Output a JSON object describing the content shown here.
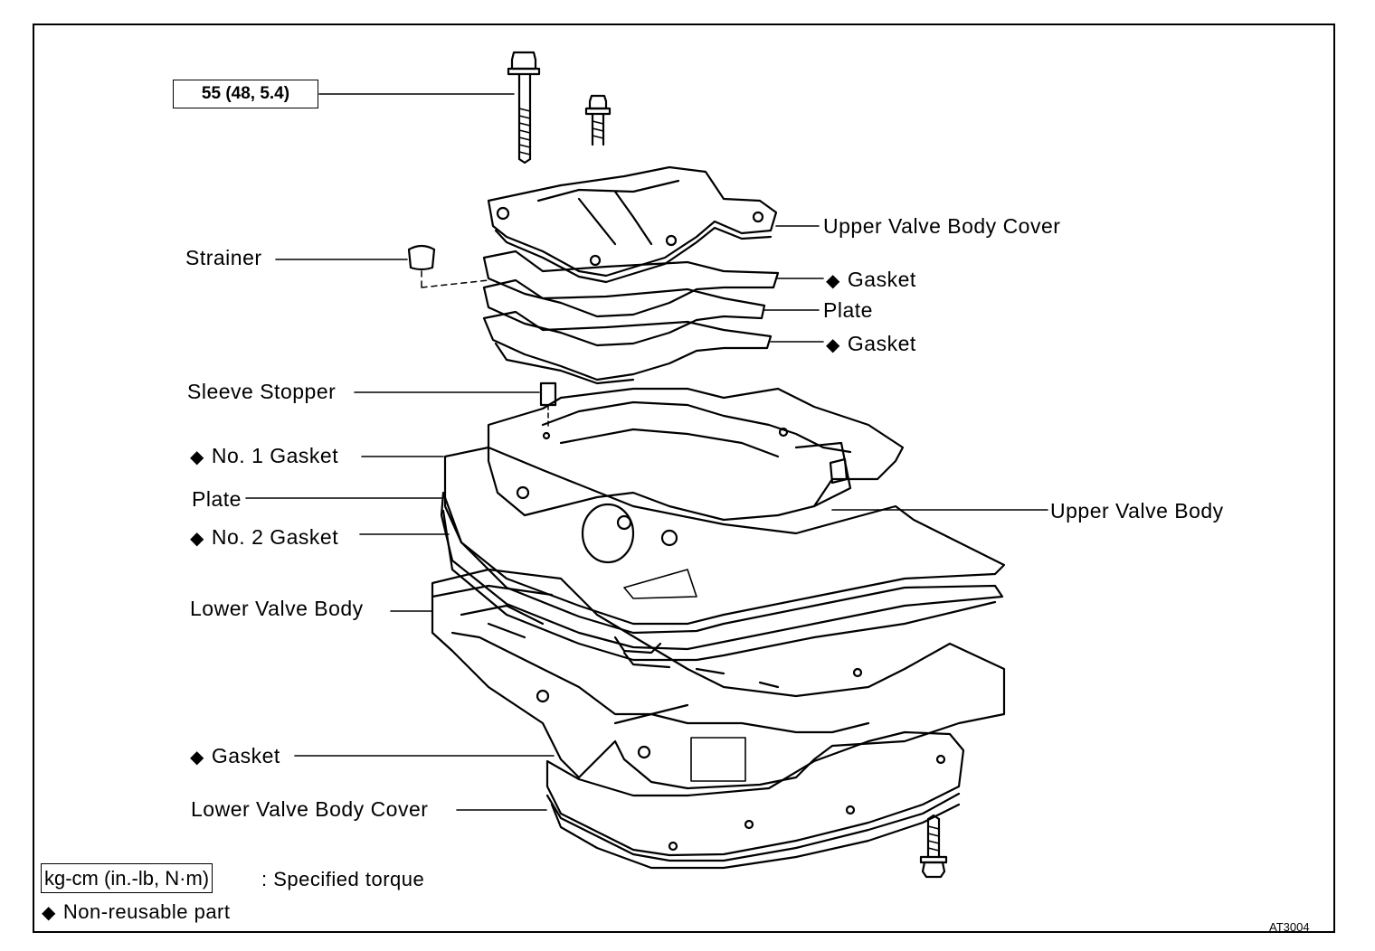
{
  "torque_callout": "55 (48, 5.4)",
  "labels": {
    "upper_valve_body_cover": "Upper Valve Body Cover",
    "strainer": "Strainer",
    "gasket_upper_1": "Gasket",
    "plate_upper": "Plate",
    "gasket_upper_2": "Gasket",
    "sleeve_stopper": "Sleeve Stopper",
    "no1_gasket": "No. 1 Gasket",
    "plate_middle": "Plate",
    "no2_gasket": "No. 2 Gasket",
    "upper_valve_body": "Upper Valve Body",
    "lower_valve_body": "Lower Valve Body",
    "gasket_lower": "Gasket",
    "lower_valve_body_cover": "Lower Valve Body Cover"
  },
  "marker_symbol": "◆",
  "legend": {
    "torque_units": "kg-cm (in.-lb, N·m)",
    "torque_desc": ": Specified torque",
    "nonreusable_desc": "Non-reusable part"
  },
  "figure_code": "AT3004"
}
